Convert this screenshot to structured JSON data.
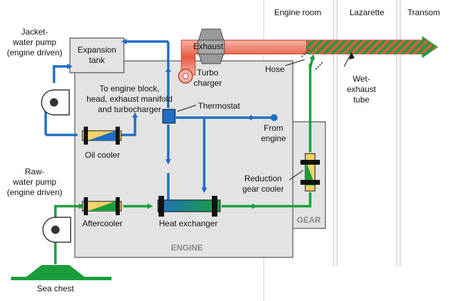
{
  "colors": {
    "cooling_water": "#1f6fc4",
    "raw_water": "#1a9e3a",
    "exhaust": "#e25a43",
    "engine_block": "#e3e3e3",
    "outline": "#111111"
  },
  "zones": {
    "engine_room": "Engine room",
    "lazarette": "Lazarette",
    "transom": "Transom"
  },
  "labels": {
    "jacket_pump": [
      "Jacket-",
      "water pump",
      "(engine driven)"
    ],
    "expansion_tank": [
      "Expansion",
      "tank"
    ],
    "exhaust": "Exhaust",
    "turbo": [
      "Turbo",
      "charger"
    ],
    "hose": "Hose",
    "wet_exhaust": [
      "Wet-",
      "exhaust",
      "tube"
    ],
    "to_engine": [
      "To engine block,",
      "head, exhaust manifold",
      "and turbocharger"
    ],
    "thermostat": "Thermostat",
    "from_engine": [
      "From",
      "engine"
    ],
    "oil_cooler": "Oil cooler",
    "raw_pump": [
      "Raw-",
      "water pump",
      "(engine driven)"
    ],
    "reduction_gear_cooler": [
      "Reduction",
      "gear cooler"
    ],
    "aftercooler": "Aftercooler",
    "heat_exchanger": "Heat exchanger",
    "gear": "GEAR",
    "engine": "ENGINE",
    "sea_chest": "Sea chest"
  },
  "icons": {
    "pump": "pump-icon",
    "cooler": "cooler-icon",
    "arrow": "flow-arrow-icon"
  }
}
